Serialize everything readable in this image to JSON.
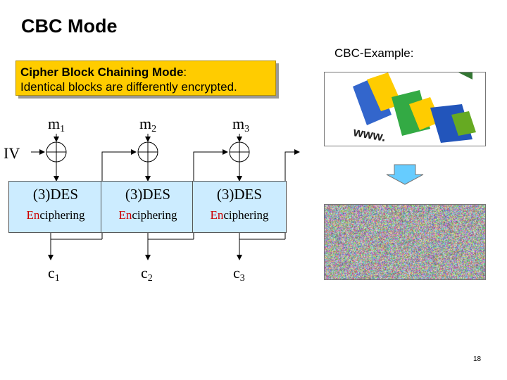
{
  "slide": {
    "title": "CBC Mode",
    "example_label": "CBC-Example:",
    "note": {
      "line1_bold": "Cipher Block Chaining Mode",
      "line1_rest": ":",
      "line2": "Identical blocks are differently encrypted."
    },
    "page_number": "18"
  },
  "diagram": {
    "iv_label": "IV",
    "blocks": [
      {
        "msg_base": "m",
        "msg_sub": "1",
        "des_label": "(3)DES",
        "enc_prefix": "En",
        "enc_rest": "ciphering",
        "cip_base": "c",
        "cip_sub": "1"
      },
      {
        "msg_base": "m",
        "msg_sub": "2",
        "des_label": "(3)DES",
        "enc_prefix": "En",
        "enc_rest": "ciphering",
        "cip_base": "c",
        "cip_sub": "2"
      },
      {
        "msg_base": "m",
        "msg_sub": "3",
        "des_label": "(3)DES",
        "enc_prefix": "En",
        "enc_rest": "ciphering",
        "cip_base": "c",
        "cip_sub": "3"
      }
    ]
  },
  "example": {
    "logo_text": "www."
  },
  "colors": {
    "note_bg": "#ffcc00",
    "des_bg": "#ccecff",
    "en_accent": "#cc0000",
    "arrow_fill": "#66ccff"
  }
}
